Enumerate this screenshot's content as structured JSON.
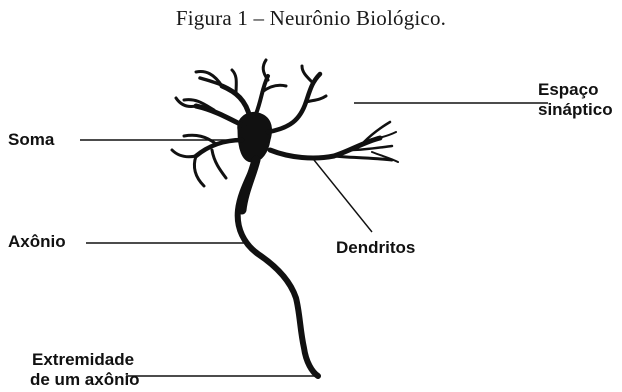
{
  "figure": {
    "caption": "Figura 1 – Neurônio Biológico."
  },
  "labels": {
    "soma": "Soma",
    "axonio": "Axônio",
    "dendritos": "Dendritos",
    "espaco_sinaptico": [
      "Espaço",
      "sináptico"
    ],
    "extremidade": [
      "Extremidade",
      "de um axônio"
    ]
  },
  "colors": {
    "ink": "#111111"
  }
}
